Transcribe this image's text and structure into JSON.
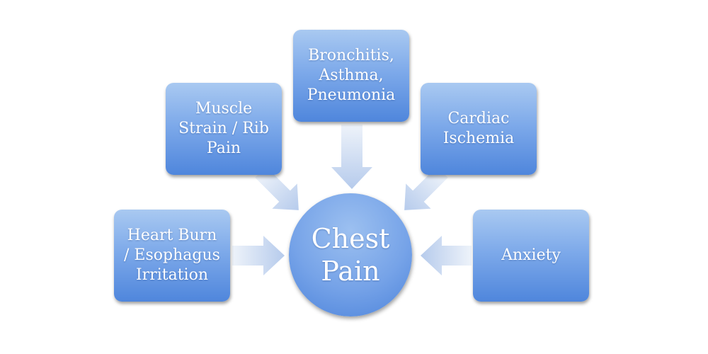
{
  "diagram": {
    "center": {
      "label": "Chest\nPain"
    },
    "causes": [
      {
        "id": "heart-burn",
        "label": "Heart Burn\n/ Esophagus\nIrritation"
      },
      {
        "id": "muscle-strain",
        "label": "Muscle\nStrain / Rib\nPain"
      },
      {
        "id": "bronchitis",
        "label": "Bronchitis,\nAsthma,\nPneumonia"
      },
      {
        "id": "cardiac",
        "label": "Cardiac\nIschemia"
      },
      {
        "id": "anxiety",
        "label": "Anxiety"
      }
    ],
    "colors": {
      "box_top": "#a9c9f1",
      "box_bottom": "#4f86dc",
      "arrow_light": "#e8eff9",
      "arrow_dark": "#b9cdec",
      "text": "#ffffff"
    }
  }
}
